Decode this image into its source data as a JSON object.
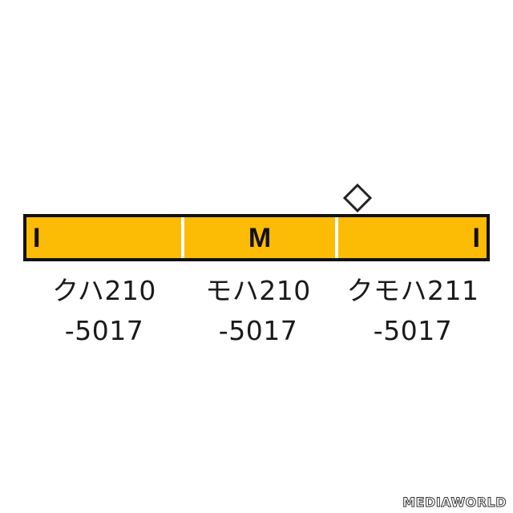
{
  "train": {
    "cars": [
      {
        "mark": "I",
        "type": "クハ210",
        "number": "-5017"
      },
      {
        "mark": "M",
        "type": "モハ210",
        "number": "-5017"
      },
      {
        "mark": "I",
        "type": "クモハ211",
        "number": "-5017"
      }
    ],
    "pantograph_icon": "diamond-outline",
    "body_color": "#fcbb05",
    "outline_color": "#111111"
  },
  "watermark": {
    "text": "MEDIAWORLD"
  }
}
